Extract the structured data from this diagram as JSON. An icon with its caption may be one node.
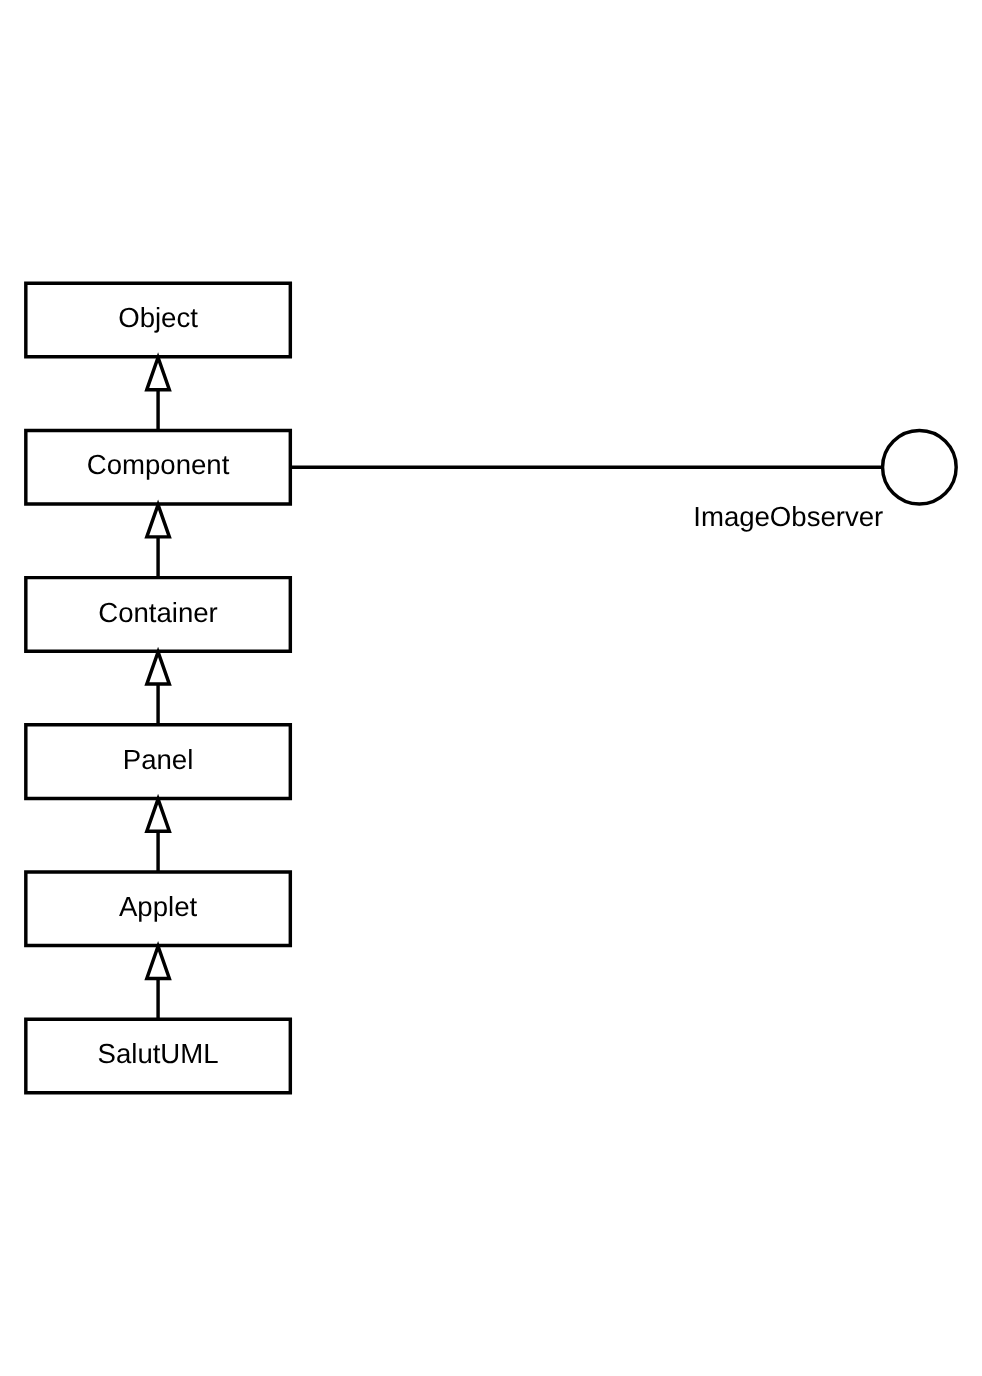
{
  "diagram": {
    "nodes": [
      {
        "text": [
          "Object"
        ]
      },
      {
        "text": [
          "ImageObserver"
        ]
      },
      {
        "text": [
          "Component"
        ]
      },
      {
        "text": [
          "Container"
        ]
      },
      {
        "text": [
          "Panel"
        ]
      },
      {
        "text": [
          "Applet"
        ]
      },
      {
        "text": [
          "SalutUML"
        ]
      }
    ],
    "edges": [
      {
        "from": 2,
        "to": 0,
        "arrow": "to"
      },
      {
        "from": 1,
        "to": 2,
        "arrow": "none"
      },
      {
        "from": 3,
        "to": 2,
        "arrow": "to"
      },
      {
        "from": 4,
        "to": 3,
        "arrow": "to"
      },
      {
        "from": 5,
        "to": 4,
        "arrow": "to"
      },
      {
        "from": 6,
        "to": 5,
        "arrow": "to"
      }
    ]
  }
}
